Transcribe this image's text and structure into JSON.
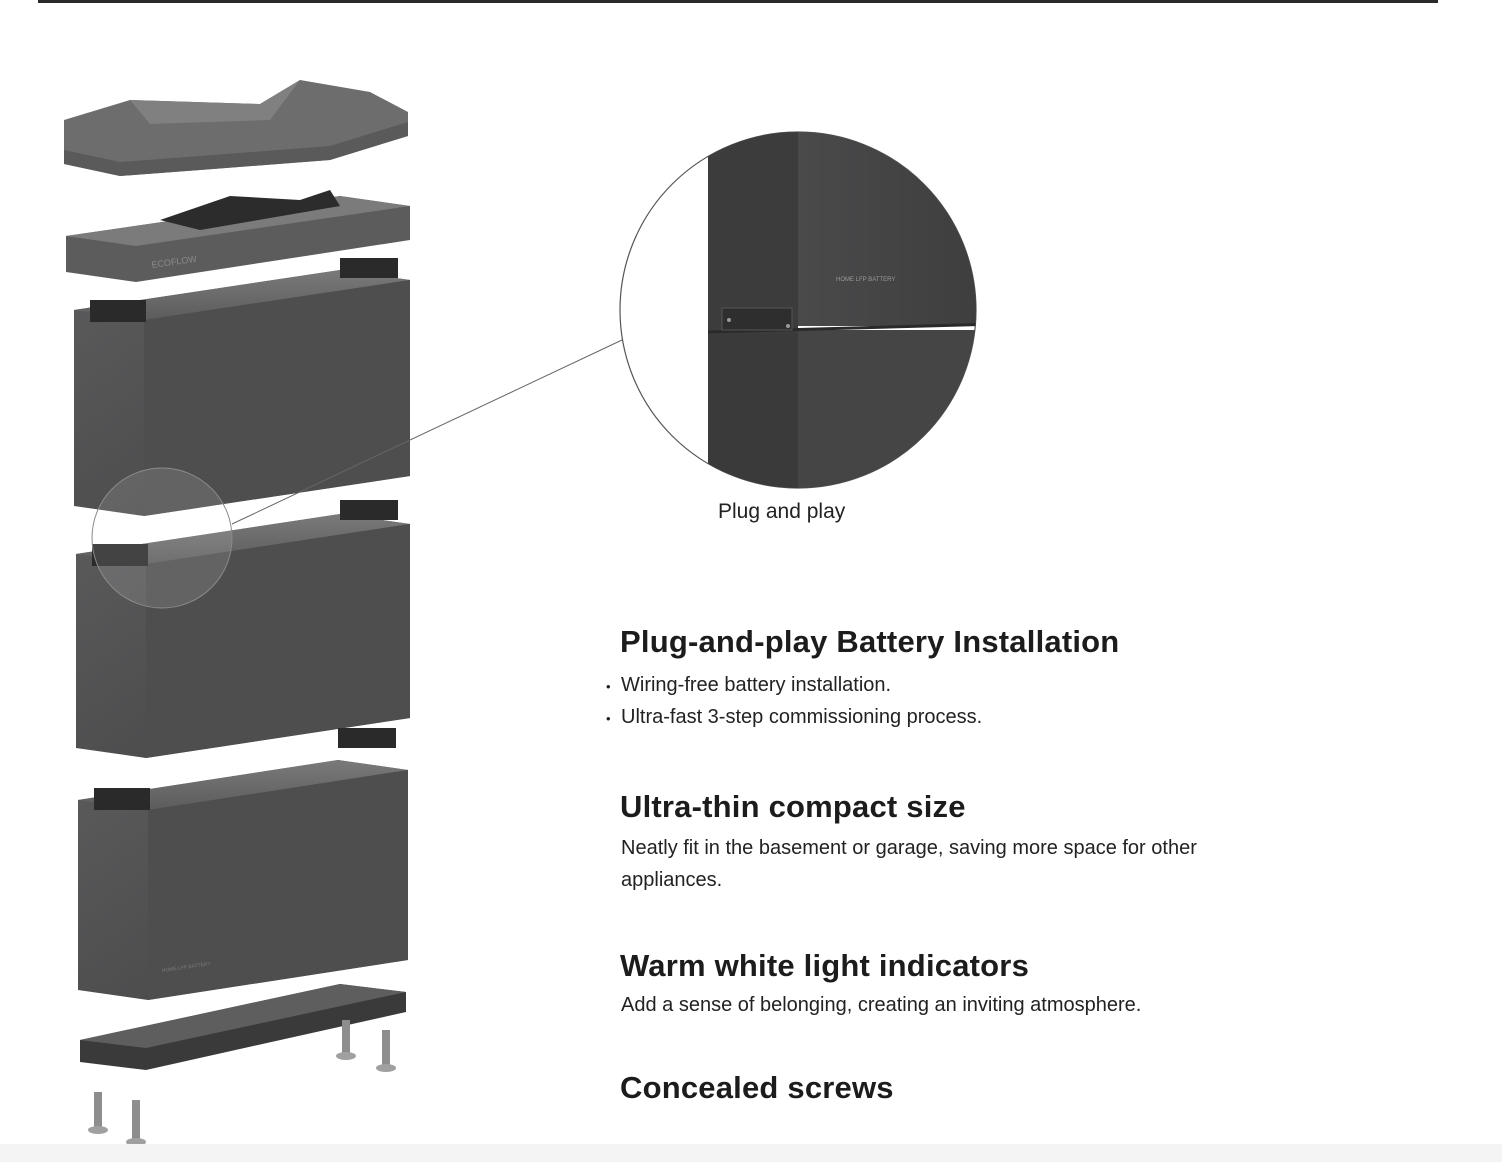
{
  "callout": {
    "caption": "Plug and play",
    "label_top": "HOME LFP BATTERY"
  },
  "sections": [
    {
      "title": "Plug-and-play Battery Installation",
      "bullets": [
        "Wiring-free battery installation.",
        "Ultra-fast 3-step commissioning process."
      ]
    },
    {
      "title": "Ultra-thin compact size",
      "body": "Neatly fit in the basement or garage, saving more space for other appliances."
    },
    {
      "title": "Warm white light indicators",
      "body": "Add a sense of belonging, creating an inviting atmosphere."
    },
    {
      "title": "Concealed screws"
    }
  ],
  "product": {
    "brand_mark": "ECOFLOW",
    "module_label": "HOME LFP BATTERY"
  },
  "colors": {
    "module_dark": "#4a4a4b",
    "module_mid": "#5a5a5b",
    "module_top": "#6a6a6b",
    "text": "#1c1c1c"
  }
}
